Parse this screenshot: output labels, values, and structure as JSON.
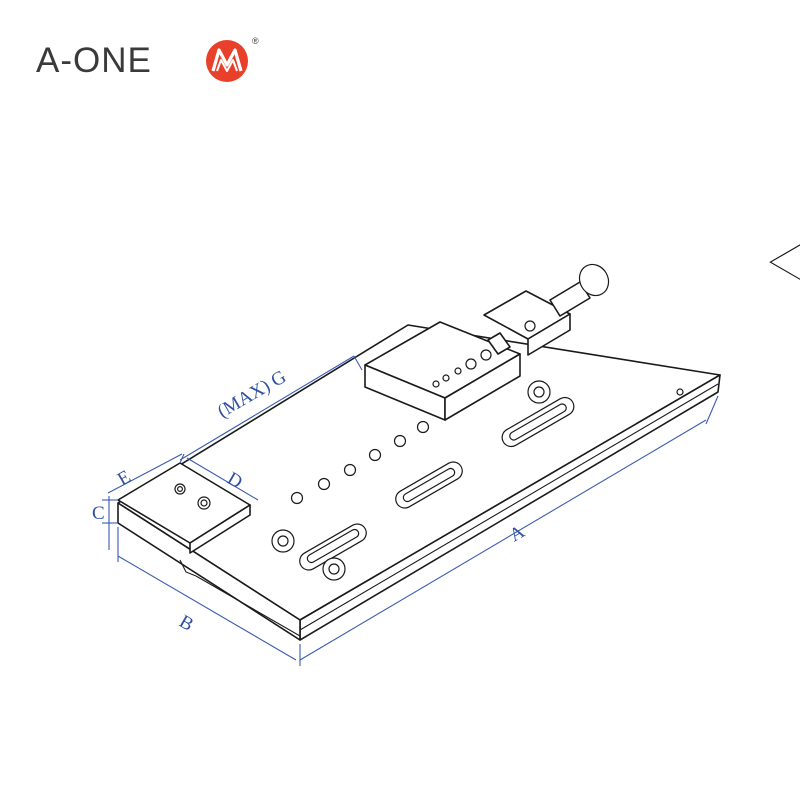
{
  "logo": {
    "text": "A-ONE",
    "registered_mark": "®",
    "mark_color": "#e8402a"
  },
  "dimensions": {
    "a": "A",
    "b": "B",
    "c": "C",
    "d": "D",
    "e": "E",
    "g": "(MAX) G"
  },
  "colors": {
    "dimension": "#2f4fa0",
    "outline": "#1a1a1a"
  }
}
